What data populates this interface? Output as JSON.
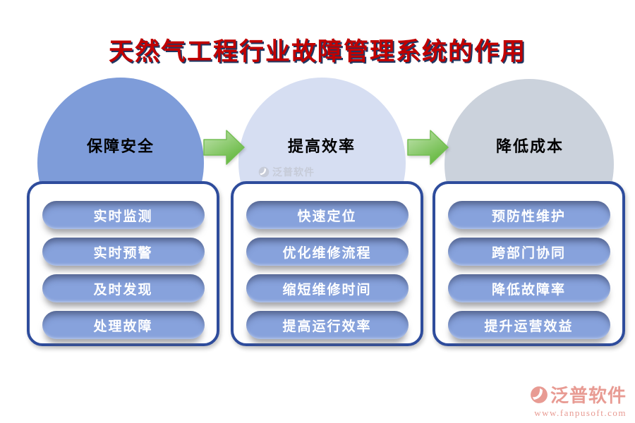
{
  "title": "天然气工程行业故障管理系统的作用",
  "columns": [
    {
      "circle_label": "保障安全",
      "circle_color": "#7E9CD9",
      "items": [
        "实时监测",
        "实时预警",
        "及时发现",
        "处理故障"
      ]
    },
    {
      "circle_label": "提高效率",
      "circle_color": "#D6DEF2",
      "items": [
        "快速定位",
        "优化维修流程",
        "缩短维修时间",
        "提高运行效率"
      ]
    },
    {
      "circle_label": "降低成本",
      "circle_color": "#CBD2DC",
      "items": [
        "预防性维护",
        "跨部门协同",
        "降低故障率",
        "提升运营效益"
      ]
    }
  ],
  "watermark": {
    "text": "泛普软件"
  },
  "brand": {
    "name": "泛普软件",
    "url": "www.fanpusoft.com"
  },
  "colors": {
    "title_text": "#C00000",
    "title_shadow": "#1F3864",
    "panel_border": "#2E4C9C",
    "pill_fill": "#87A2DC",
    "pill_text": "#FFFFFF",
    "arrow_light": "#C3E3B1",
    "arrow_dark": "#62B73C",
    "arrow_stroke": "#74BF53",
    "brand_color": "#E89B93",
    "watermark_color": "#C6CBD8"
  }
}
